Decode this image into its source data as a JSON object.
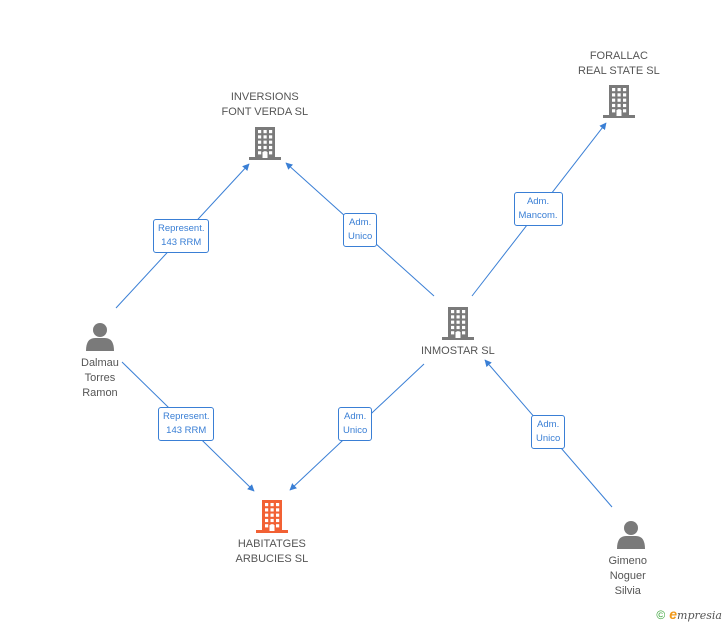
{
  "colors": {
    "edge": "#3a7fd5",
    "company": "#7a7a7a",
    "company_focus": "#f26134",
    "person": "#7a7a7a",
    "text": "#555555"
  },
  "nodes": [
    {
      "id": "inversions",
      "kind": "company",
      "lines": [
        "INVERSIONS",
        "FONT VERDA SL"
      ]
    },
    {
      "id": "forallac",
      "kind": "company",
      "lines": [
        "FORALLAC",
        "REAL STATE SL"
      ]
    },
    {
      "id": "inmostar",
      "kind": "company",
      "lines": [
        "INMOSTAR SL"
      ]
    },
    {
      "id": "habitatges",
      "kind": "company-focus",
      "lines": [
        "HABITATGES",
        "ARBUCIES SL"
      ]
    },
    {
      "id": "dalmau",
      "kind": "person",
      "lines": [
        "Dalmau",
        "Torres",
        "Ramon"
      ]
    },
    {
      "id": "gimeno",
      "kind": "person",
      "lines": [
        "Gimeno",
        "Noguer",
        "Silvia"
      ]
    }
  ],
  "edges": [
    {
      "id": "e1",
      "from": "dalmau",
      "to": "inversions",
      "label": [
        "Represent.",
        "143 RRM"
      ]
    },
    {
      "id": "e2",
      "from": "inmostar",
      "to": "inversions",
      "label": [
        "Adm.",
        "Unico"
      ]
    },
    {
      "id": "e3",
      "from": "inmostar",
      "to": "forallac",
      "label": [
        "Adm.",
        "Mancom."
      ]
    },
    {
      "id": "e4",
      "from": "dalmau",
      "to": "habitatges",
      "label": [
        "Represent.",
        "143 RRM"
      ]
    },
    {
      "id": "e5",
      "from": "inmostar",
      "to": "habitatges",
      "label": [
        "Adm.",
        "Unico"
      ]
    },
    {
      "id": "e6",
      "from": "gimeno",
      "to": "inmostar",
      "label": [
        "Adm.",
        "Unico"
      ]
    }
  ],
  "footer": {
    "copyright": "©",
    "brand_initial": "e",
    "brand_rest": "mpresia"
  }
}
